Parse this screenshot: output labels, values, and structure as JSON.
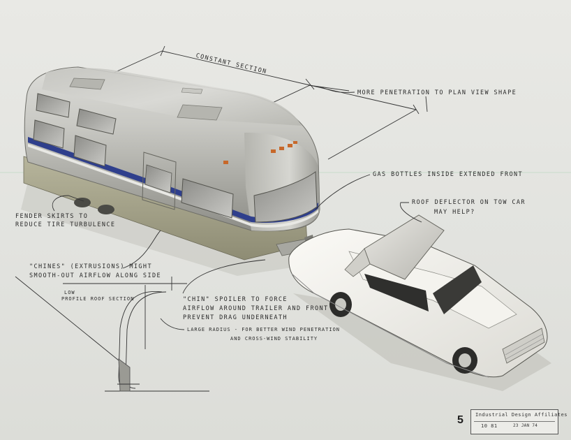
{
  "annotations": {
    "constant_section": "CONSTANT SECTION",
    "more_penetration": "MORE PENETRATION TO PLAN VIEW SHAPE",
    "gas_bottles": "GAS BOTTLES INSIDE EXTENDED FRONT",
    "roof_deflector_1": "ROOF DEFLECTOR ON TOW CAR",
    "roof_deflector_2": "MAY HELP?",
    "fender_skirts_1": "FENDER SKIRTS TO",
    "fender_skirts_2": "REDUCE TIRE TURBULENCE",
    "chines_1": "\"CHINES\" (EXTRUSIONS) MIGHT",
    "chines_2": "SMOOTH-OUT AIRFLOW ALONG SIDE",
    "low_profile_1": "LOW",
    "low_profile_2": "PROFILE ROOF SECTION",
    "chin_spoiler_1": "\"CHIN\" SPOILER TO FORCE",
    "chin_spoiler_2": "AIRFLOW AROUND TRAILER AND FRONT",
    "chin_spoiler_3": "PREVENT DRAG UNDERNEATH",
    "large_radius_1": "LARGE RADIUS - FOR BETTER WIND PENETRATION",
    "large_radius_2": "AND CROSS-WIND STABILITY"
  },
  "page_number": "5",
  "stamp": {
    "line1": "Industrial Design Affiliates",
    "number": "10 81",
    "date": "23 JAN 74"
  },
  "colors": {
    "paper": "#e4e4e0",
    "trailer_body": "#bdbdb8",
    "trailer_stripe": "#2f3f8c",
    "car_body": "#f2f1ec",
    "ink": "#2a2a2a"
  }
}
